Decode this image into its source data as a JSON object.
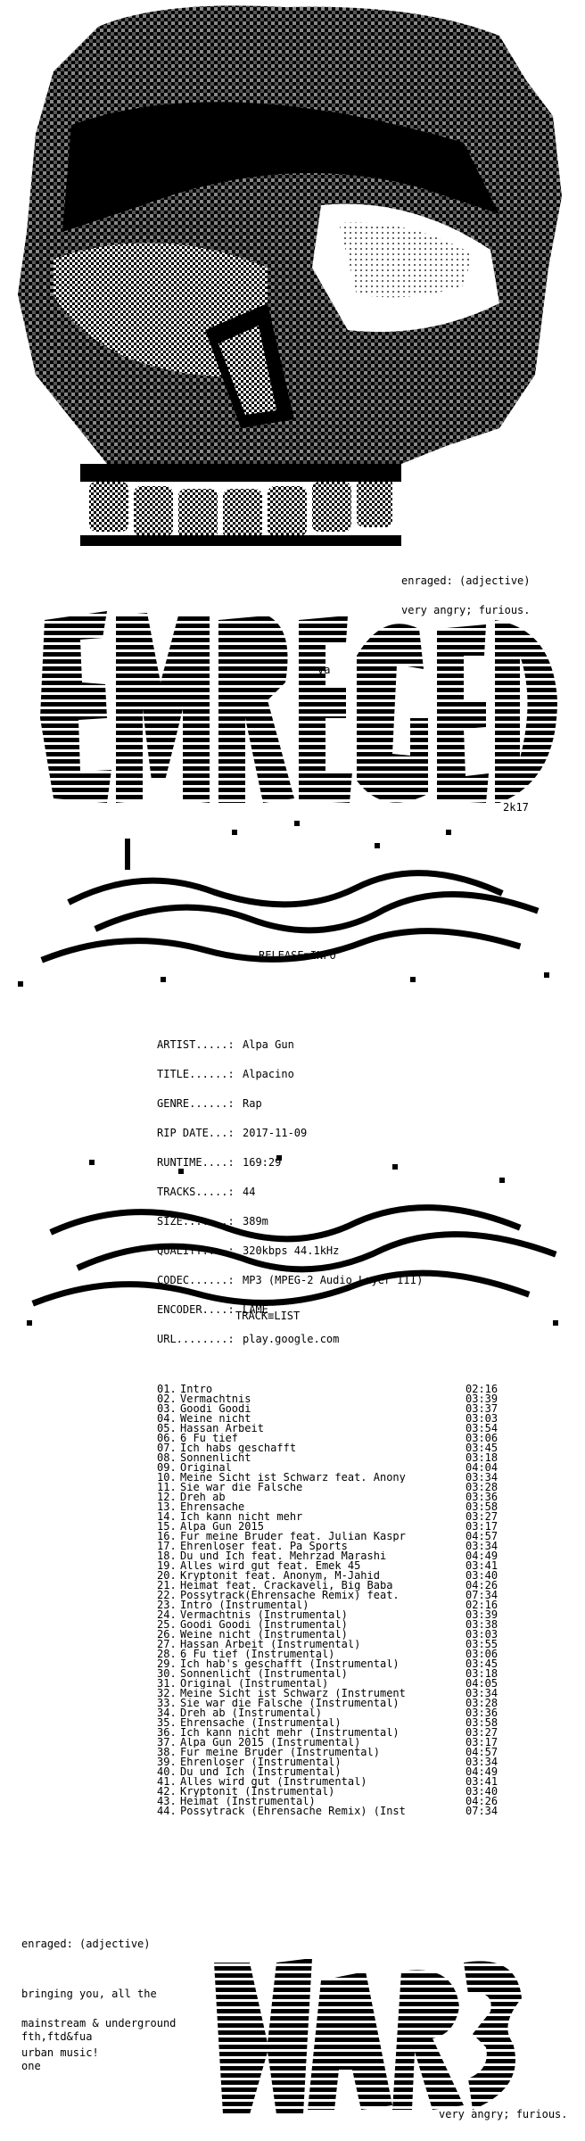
{
  "definition_top": [
    "enraged: (adjective)",
    "very angry; furious."
  ],
  "tag_va": "va",
  "tag_year": "2k17",
  "headers": {
    "release": "RELEASE≡INFO",
    "tracklist": "TRACK≡LIST"
  },
  "release_info": [
    {
      "key": "ARTIST.....:",
      "value": "Alpa Gun"
    },
    {
      "key": "TITLE......:",
      "value": "Alpacino"
    },
    {
      "key": "GENRE......:",
      "value": "Rap"
    },
    {
      "key": "RIP DATE...:",
      "value": "2017-11-09"
    },
    {
      "key": "RUNTIME....:",
      "value": "169:29"
    },
    {
      "key": "TRACKS.....:",
      "value": "44"
    },
    {
      "key": "SIZE.......:",
      "value": "389m"
    },
    {
      "key": "QUALITY....:",
      "value": "320kbps 44.1kHz"
    },
    {
      "key": "CODEC......:",
      "value": "MP3 (MPEG-2 Audio Layer III)"
    },
    {
      "key": "ENCODER....:",
      "value": "LAME"
    },
    {
      "key": "URL........:",
      "value": "play.google.com"
    }
  ],
  "tracks": [
    {
      "n": "01.",
      "t": "Intro",
      "d": "02:16"
    },
    {
      "n": "02.",
      "t": "Vermachtnis",
      "d": "03:39"
    },
    {
      "n": "03.",
      "t": "Goodi Goodi",
      "d": "03:37"
    },
    {
      "n": "04.",
      "t": "Weine nicht",
      "d": "03:03"
    },
    {
      "n": "05.",
      "t": "Hassan Arbeit",
      "d": "03:54"
    },
    {
      "n": "06.",
      "t": "6 Fu tief",
      "d": "03:06"
    },
    {
      "n": "07.",
      "t": "Ich habs geschafft",
      "d": "03:45"
    },
    {
      "n": "08.",
      "t": "Sonnenlicht",
      "d": "03:18"
    },
    {
      "n": "09.",
      "t": "Original",
      "d": "04:04"
    },
    {
      "n": "10.",
      "t": "Meine Sicht ist Schwarz feat. Anony",
      "d": "03:34"
    },
    {
      "n": "11.",
      "t": "Sie war die Falsche",
      "d": "03:28"
    },
    {
      "n": "12.",
      "t": "Dreh ab",
      "d": "03:36"
    },
    {
      "n": "13.",
      "t": "Ehrensache",
      "d": "03:58"
    },
    {
      "n": "14.",
      "t": "Ich kann nicht mehr",
      "d": "03:27"
    },
    {
      "n": "15.",
      "t": "Alpa Gun 2015",
      "d": "03:17"
    },
    {
      "n": "16.",
      "t": "Fur meine Bruder feat. Julian Kaspr",
      "d": "04:57"
    },
    {
      "n": "17.",
      "t": "Ehrenloser feat. Pa Sports",
      "d": "03:34"
    },
    {
      "n": "18.",
      "t": "Du und Ich feat. Mehrzad Marashi",
      "d": "04:49"
    },
    {
      "n": "19.",
      "t": "Alles wird gut feat. Emek 45",
      "d": "03:41"
    },
    {
      "n": "20.",
      "t": "Kryptonit feat. Anonym, M-Jahid",
      "d": "03:40"
    },
    {
      "n": "21.",
      "t": "Heimat feat. Crackaveli, Big Baba",
      "d": "04:26"
    },
    {
      "n": "22.",
      "t": "Possytrack(Ehrensache Remix) feat.",
      "d": "07:34"
    },
    {
      "n": "23.",
      "t": "Intro (Instrumental)",
      "d": "02:16"
    },
    {
      "n": "24.",
      "t": "Vermachtnis (Instrumental)",
      "d": "03:39"
    },
    {
      "n": "25.",
      "t": "Goodi Goodi (Instrumental)",
      "d": "03:38"
    },
    {
      "n": "26.",
      "t": "Weine nicht (Instrumental)",
      "d": "03:03"
    },
    {
      "n": "27.",
      "t": "Hassan Arbeit (Instrumental)",
      "d": "03:55"
    },
    {
      "n": "28.",
      "t": "6 Fu tief (Instrumental)",
      "d": "03:06"
    },
    {
      "n": "29.",
      "t": "Ich hab's geschafft (Instrumental)",
      "d": "03:45"
    },
    {
      "n": "30.",
      "t": "Sonnenlicht (Instrumental)",
      "d": "03:18"
    },
    {
      "n": "31.",
      "t": "Original (Instrumental)",
      "d": "04:05"
    },
    {
      "n": "32.",
      "t": "Meine Sicht ist Schwarz (Instrument",
      "d": "03:34"
    },
    {
      "n": "33.",
      "t": "Sie war die Falsche (Instrumental)",
      "d": "03:28"
    },
    {
      "n": "34.",
      "t": "Dreh ab (Instrumental)",
      "d": "03:36"
    },
    {
      "n": "35.",
      "t": "Ehrensache (Instrumental)",
      "d": "03:58"
    },
    {
      "n": "36.",
      "t": "Ich kann nicht mehr (Instrumental)",
      "d": "03:27"
    },
    {
      "n": "37.",
      "t": "Alpa Gun 2015 (Instrumental)",
      "d": "03:17"
    },
    {
      "n": "38.",
      "t": "Fur meine Bruder (Instrumental)",
      "d": "04:57"
    },
    {
      "n": "39.",
      "t": "Ehrenloser (Instrumental)",
      "d": "03:34"
    },
    {
      "n": "40.",
      "t": "Du und Ich (Instrumental)",
      "d": "04:49"
    },
    {
      "n": "41.",
      "t": "Alles wird gut (Instrumental)",
      "d": "03:41"
    },
    {
      "n": "42.",
      "t": "Kryptonit (Instrumental)",
      "d": "03:40"
    },
    {
      "n": "43.",
      "t": "Heimat (Instrumental)",
      "d": "04:26"
    },
    {
      "n": "44.",
      "t": "Possytrack (Ehrensache Remix) (Inst",
      "d": "07:34"
    }
  ],
  "footer": {
    "definition": "enraged: (adjective)",
    "tagline": [
      "bringing you, all the",
      "mainstream & underground",
      "urban music!"
    ],
    "greets": [
      "fth,ftd&fua",
      "one"
    ],
    "meaning": "very angry; furious."
  },
  "art": {
    "skull": "skull-ansi-art",
    "logo": "enraged-logo-art",
    "wave1": "wave-ansi-art",
    "wave2": "wave-ansi-art",
    "emblem": "bottom-emblem-art"
  }
}
